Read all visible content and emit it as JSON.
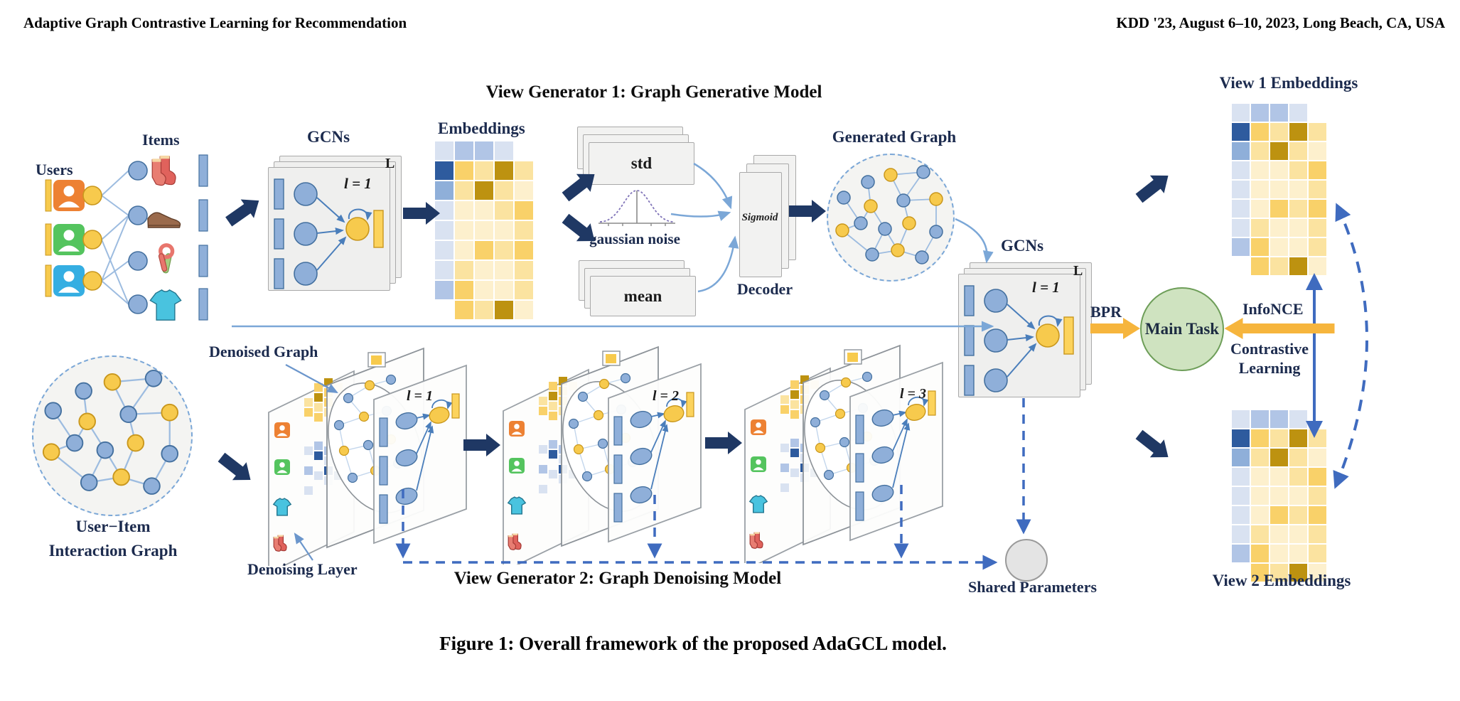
{
  "page": {
    "header_left": "Adaptive Graph Contrastive Learning for Recommendation",
    "header_right": "KDD '23, August 6–10, 2023, Long Beach, CA, USA",
    "caption": "Figure 1: Overall framework of the proposed AdaGCL model."
  },
  "titles": {
    "view_generator_1": "View Generator 1: Graph Generative Model",
    "view_generator_2": "View Generator 2: Graph Denoising Model"
  },
  "labels": {
    "users": "Users",
    "items": "Items",
    "gcns": "GCNs",
    "embeddings": "Embeddings",
    "layer_total": "L",
    "layer_1": "l = 1",
    "layer_2": "l = 2",
    "layer_3": "l = 3",
    "std": "std",
    "mean": "mean",
    "gaussian_noise": "gaussian noise",
    "sigmoid": "Sigmoid",
    "decoder": "Decoder",
    "generated_graph": "Generated Graph",
    "bpr": "BPR",
    "main_task": "Main Task",
    "infonce": "InfoNCE",
    "contrastive_line1": "Contrastive",
    "contrastive_line2": "Learning",
    "view1_embeddings": "View 1 Embeddings",
    "view2_embeddings": "View 2 Embeddings",
    "interaction_line1": "User−Item",
    "interaction_line2": "Interaction Graph",
    "denoised_graph": "Denoised Graph",
    "denoising_layer": "Denoising Layer",
    "shared_parameters": "Shared Parameters"
  },
  "colors": {
    "navy_arrow": "#1f3864",
    "light_blue_line": "#7ba7d7",
    "thin_blue": "#6b96cc",
    "dashed_blue": "#3f6bbf",
    "orange_arrow": "#f6b53d",
    "main_task_fill": "#cfe3c0",
    "main_task_border": "#6e9e59",
    "node_blue_fill": "#8fafd9",
    "node_blue_border": "#44709f",
    "node_yellow_fill": "#f7ca4d",
    "node_yellow_border": "#c9971d",
    "bar_blue": "#8fafd9",
    "bar_yellow": "#fcd35c",
    "panel_gray": "#efefee",
    "label_navy": "#1c2b4e",
    "avatar_orange": "#ed8133",
    "avatar_green": "#54c45e",
    "avatar_blue": "#35aee2",
    "shared_circle_fill": "#e4e4e4"
  },
  "matrix": {
    "palette": {
      "b0": "#d9e2f1",
      "b1": "#b1c5e6",
      "b2": "#8fafd9",
      "b3": "#2e5b9e",
      "y0": "#fdf0cd",
      "y1": "#fbe3a0",
      "y2": "#f9d169",
      "y3": "#bd9210"
    },
    "grid": [
      [
        "b0",
        "b1",
        "b1",
        "b0",
        null
      ],
      [
        "b3",
        "y2",
        "y1",
        "y3",
        "y1"
      ],
      [
        "b2",
        "y1",
        "y3",
        "y1",
        "y0"
      ],
      [
        "b0",
        "y0",
        "y0",
        "y1",
        "y2"
      ],
      [
        "b0",
        "y0",
        "y0",
        "y0",
        "y1"
      ],
      [
        "b0",
        "y0",
        "y2",
        "y1",
        "y2"
      ],
      [
        "b0",
        "y1",
        "y0",
        "y0",
        "y1"
      ],
      [
        "b1",
        "y2",
        "y0",
        "y0",
        "y1"
      ],
      [
        null,
        "y2",
        "y1",
        "y3",
        "y0"
      ]
    ]
  },
  "denoise_masks": {
    "yellow": [
      [
        null,
        "y2",
        "y3",
        null
      ],
      [
        "y1",
        "y3",
        "y2",
        "y1"
      ],
      [
        "y2",
        "y1",
        "y2",
        null
      ],
      [
        null,
        "y2",
        "y1",
        "y2"
      ]
    ],
    "blue": [
      [
        "b0",
        "b1",
        null,
        null
      ],
      [
        null,
        "b3",
        "b1",
        null
      ],
      [
        "b1",
        null,
        "b0",
        null
      ],
      [
        null,
        "b0",
        "b3",
        null
      ],
      [
        "b0",
        null,
        "b0",
        "b3"
      ]
    ]
  }
}
